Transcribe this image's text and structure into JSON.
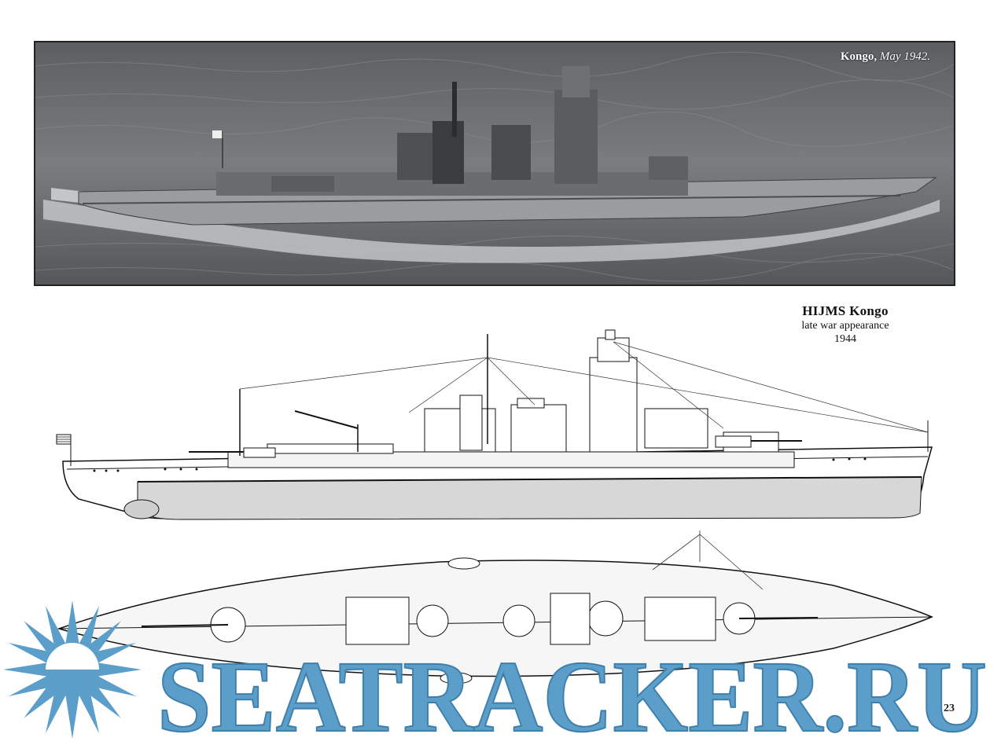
{
  "photo": {
    "caption_name": "Kongo",
    "caption_date": "May 1942."
  },
  "drawing": {
    "title": "HIJMS  Kongo",
    "subtitle": "late war appearance",
    "year": "1944"
  },
  "watermark": {
    "text": "SEATRACKER.RU",
    "color": "#5b9ec9"
  },
  "page_number": "23"
}
